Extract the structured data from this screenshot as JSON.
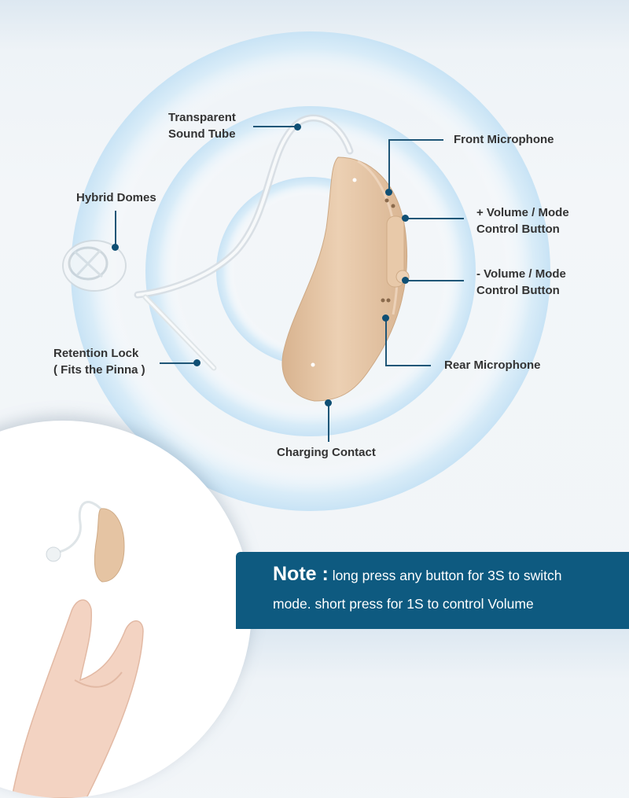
{
  "colors": {
    "accent_dark_blue": "#0e5a80",
    "leader_line": "#1f5677",
    "dot": "#0f4f74",
    "label_text": "#333333",
    "device_skin": "#e5c4a3",
    "ring_blue": "#cfe6f5"
  },
  "labels": {
    "transparent_sound_tube": [
      "Transparent",
      "Sound Tube"
    ],
    "hybrid_domes": "Hybrid Domes",
    "retention_lock": [
      "Retention Lock",
      "( Fits the Pinna )"
    ],
    "front_microphone": "Front Microphone",
    "plus_volume": [
      "+ Volume / Mode",
      "Control Button"
    ],
    "minus_volume": [
      "- Volume / Mode",
      "Control Button"
    ],
    "rear_microphone": "Rear Microphone",
    "charging_contact": "Charging Contact"
  },
  "note": {
    "title": "Note :",
    "line1": " long press any button for 3S to switch",
    "line2": "mode. short press for 1S to control Volume"
  },
  "images": {
    "main_product": "hearing-aid-device",
    "inset_photo": "hand-holding-hearing-aid"
  }
}
